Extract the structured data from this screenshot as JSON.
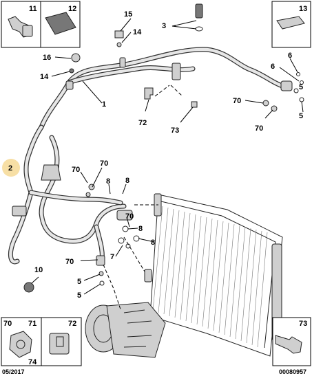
{
  "callouts": {
    "n1": "1",
    "n2": "2",
    "n3": "3",
    "n5a": "5",
    "n5b": "5",
    "n5c": "5",
    "n5d": "5",
    "n6a": "6",
    "n6b": "6",
    "n7": "7",
    "n8a": "8",
    "n8b": "8",
    "n8c": "8",
    "n8d": "8",
    "n10": "10",
    "n14a": "14",
    "n14b": "14",
    "n15": "15",
    "n16": "16",
    "n70a": "70",
    "n70b": "70",
    "n70c": "70",
    "n70d": "70",
    "n70e": "70",
    "n70f": "70",
    "n72": "72",
    "n73": "73"
  },
  "insets": {
    "i11": "11",
    "i12": "12",
    "i13": "13",
    "i70": "70",
    "i71": "71",
    "i74": "74",
    "i72": "72",
    "i73": "73"
  },
  "footer": {
    "date": "05/2017",
    "ref": "00080957"
  },
  "colors": {
    "highlight": "#f7dfa5",
    "line": "#000000",
    "part": "#cfcfcf"
  },
  "highlighted_callout": "2"
}
